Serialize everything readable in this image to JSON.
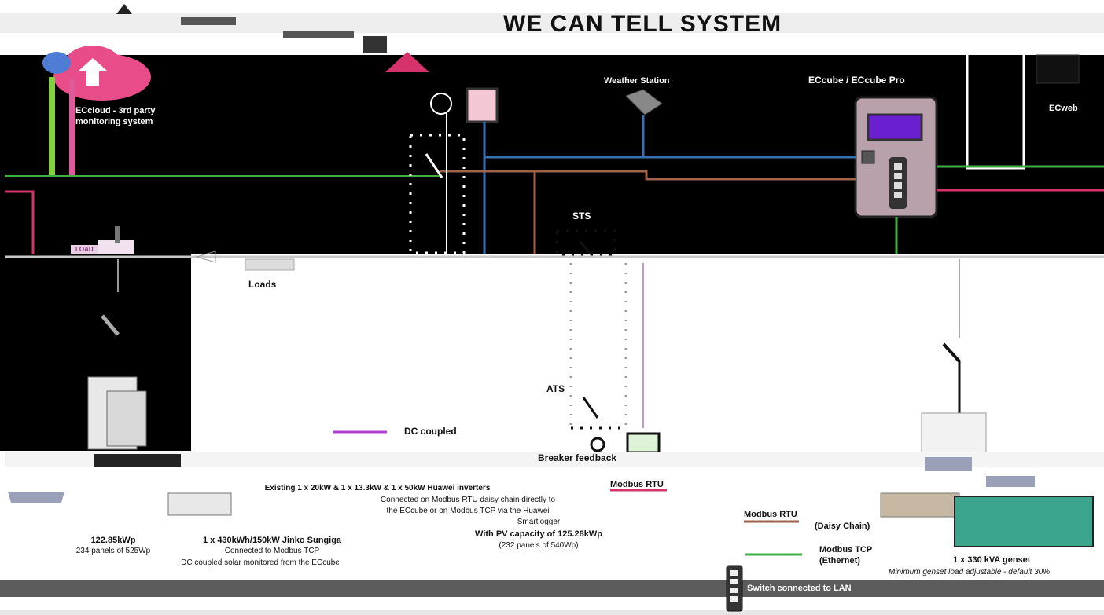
{
  "title": "WE CAN TELL SYSTEM",
  "labels": {
    "ecloud_line1": "ECcloud - 3rd party",
    "ecloud_line2": "monitoring system",
    "weather_station": "Weather Station",
    "eccube": "ECcube / ECcube Pro",
    "ecweb": "ECweb",
    "loads": "Loads",
    "sts": "STS",
    "ats": "ATS",
    "load_badge": "LOAD"
  },
  "legend": {
    "dc_coupled": "DC coupled",
    "breaker_feedback": "Breaker feedback",
    "modbus_rtu": "Modbus RTU",
    "modbus_rtu_2": "Modbus RTU",
    "daisy_chain": "(Daisy Chain)",
    "modbus_tcp": "Modbus TCP",
    "ethernet": "(Ethernet)",
    "switch_lan": "Switch connected to LAN"
  },
  "pv_left": {
    "capacity": "122.85kWp",
    "panels": "234 panels of 525Wp"
  },
  "battery": {
    "title": "1 x 430kWh/150kW Jinko Sungiga",
    "line2": "Connected to Modbus TCP",
    "line3": "DC coupled solar monitored from the ECcube"
  },
  "inverters": {
    "title": "Existing 1 x 20kW & 1 x 13.3kW & 1 x 50kW Huawei inverters",
    "line2": "Connected on Modbus RTU daisy chain directly to",
    "line3": "the ECcube or on Modbus TCP via the Huawei",
    "line4": "Smartlogger",
    "capacity": "With PV capacity of 125.28kWp",
    "panels": "(232 panels of 540Wp)"
  },
  "genset": {
    "title": "1 x 330 kVA genset",
    "note": "Minimum genset load adjustable - default 30%"
  },
  "colors": {
    "blue": "#3a6fb0",
    "brown": "#a0624a",
    "pink": "#d6336c",
    "green": "#3cb043",
    "magenta": "#b03fd0",
    "device": "#b9a1ab",
    "screen": "#6a1fd1",
    "band_grey": "#e6e6e6",
    "band_dark": "#5c5c5c"
  }
}
